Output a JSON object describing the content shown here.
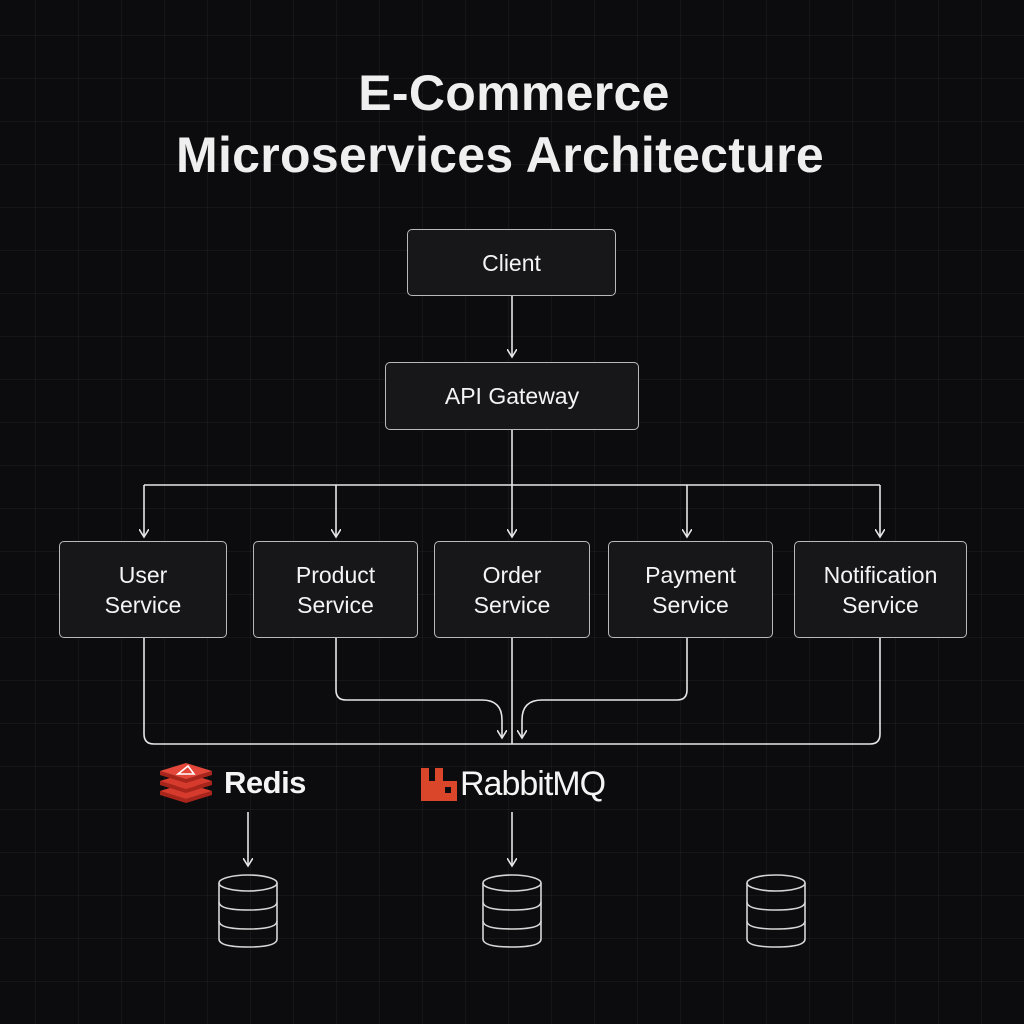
{
  "title": {
    "line1": "E-Commerce",
    "line2": "Microservices Architecture"
  },
  "nodes": {
    "client": "Client",
    "gateway": "API Gateway",
    "user_service": [
      "User",
      "Service"
    ],
    "product_service": [
      "Product",
      "Service"
    ],
    "order_service": [
      "Order",
      "Service"
    ],
    "payment_service": [
      "Payment",
      "Service"
    ],
    "notification_service": [
      "Notification",
      "Service"
    ]
  },
  "infrastructure": {
    "redis": "Redis",
    "rabbitmq": "RabbitMQ"
  },
  "icons": {
    "redis": "redis-logo-icon",
    "rabbitmq": "rabbitmq-logo-icon",
    "database": "database-icon"
  },
  "colors": {
    "background": "#0c0c0e",
    "node_fill": "#17171a",
    "node_border": "#b9b9bd",
    "wire": "#e6e6e6",
    "redis_red": "#d63a2c",
    "rabbitmq_orange": "#d9462a"
  }
}
